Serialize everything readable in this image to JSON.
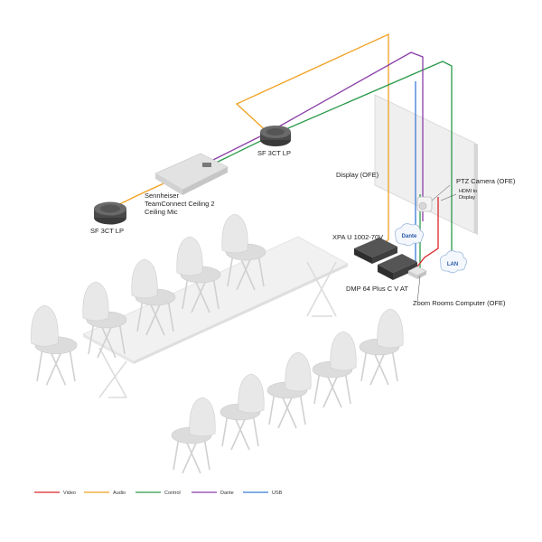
{
  "labels": {
    "speaker_top": "SF 3CT LP",
    "speaker_left": "SF 3CT LP",
    "mic_line1": "Sennheiser",
    "mic_line2": "TeamConnect Ceiling 2",
    "mic_line3": "Ceiling Mic",
    "display": "Display (OFE)",
    "camera": "PTZ Camera (OFE)",
    "hdmi_line1": "HDMI to",
    "hdmi_line2": "Display",
    "amp": "XPA U 1002-70V",
    "dsp": "DMP 64 Plus C V AT",
    "zoom": "Zoom Rooms Computer (OFE)",
    "dante_bubble": "Dante",
    "lan_bubble": "LAN"
  },
  "legend": [
    {
      "label": "Video",
      "color": "#d9262b"
    },
    {
      "label": "Audio",
      "color": "#f0a020"
    },
    {
      "label": "Control",
      "color": "#2a9a4a"
    },
    {
      "label": "Dante",
      "color": "#8a3fa8"
    },
    {
      "label": "USB",
      "color": "#3a7bd5"
    }
  ],
  "colors": {
    "video": "#d9262b",
    "audio": "#f0a020",
    "control": "#2a9a4a",
    "dante": "#8a3fa8",
    "usb": "#3a7bd5"
  }
}
